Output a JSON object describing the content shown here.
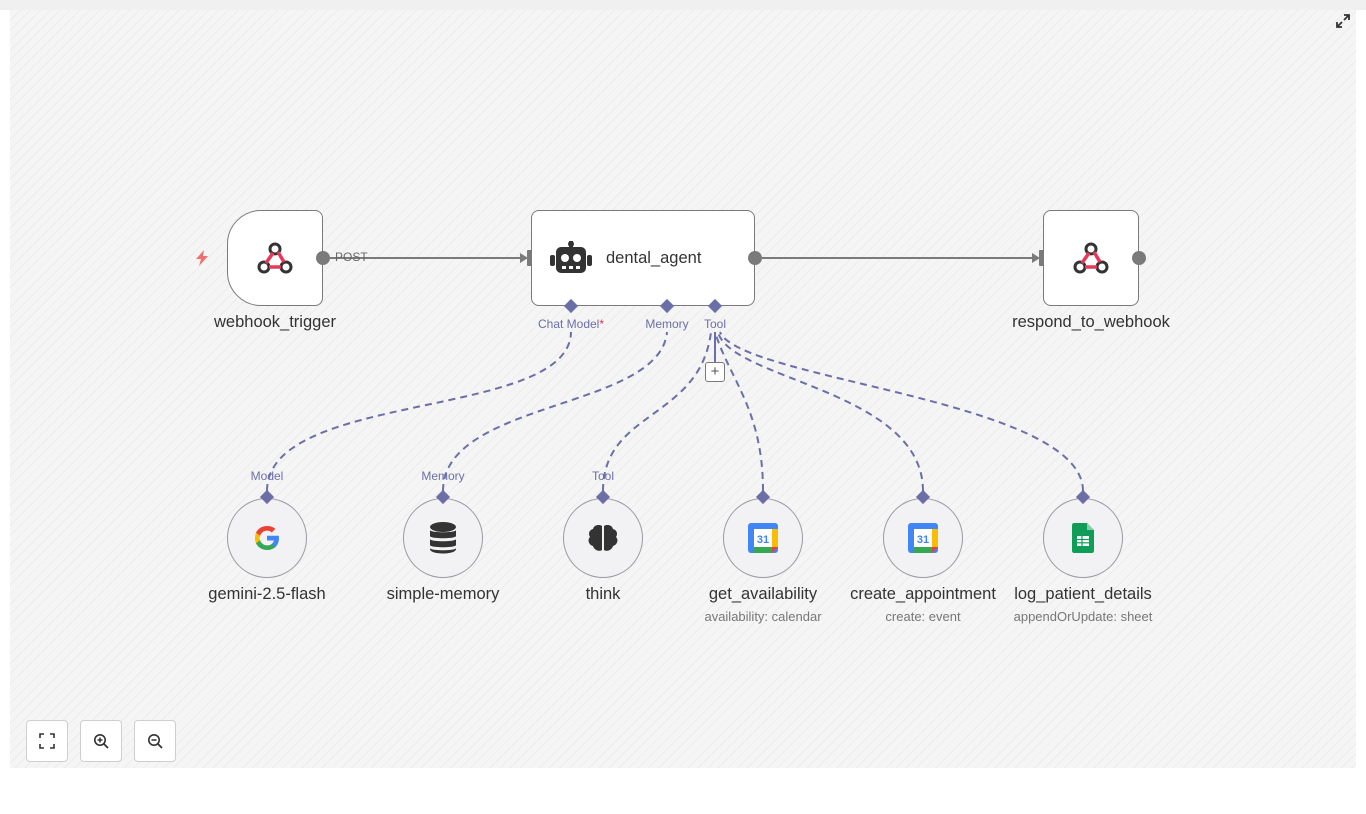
{
  "canvas": {
    "accent": "#6b6fa8",
    "expand_icon": "expand-icon"
  },
  "nodes": {
    "webhook_trigger": {
      "title": "webhook_trigger",
      "icon": "webhook-icon",
      "output_label": "POST",
      "badge_icon": "lightning-bolt-icon"
    },
    "dental_agent": {
      "title": "dental_agent",
      "icon": "robot-icon",
      "ports": {
        "chat_model": "Chat Model",
        "chat_model_required": "*",
        "memory": "Memory",
        "tool": "Tool"
      },
      "add_icon": "plus-icon"
    },
    "respond_to_webhook": {
      "title": "respond_to_webhook",
      "icon": "webhook-icon"
    },
    "gemini": {
      "title": "gemini-2.5-flash",
      "port": "Model",
      "icon": "google-icon"
    },
    "simple_memory": {
      "title": "simple-memory",
      "port": "Memory",
      "icon": "database-icon"
    },
    "think": {
      "title": "think",
      "port": "Tool",
      "icon": "brain-icon"
    },
    "get_availability": {
      "title": "get_availability",
      "subtitle": "availability: calendar",
      "icon": "google-calendar-icon"
    },
    "create_appointment": {
      "title": "create_appointment",
      "subtitle": "create: event",
      "icon": "google-calendar-icon"
    },
    "log_patient_details": {
      "title": "log_patient_details",
      "subtitle": "appendOrUpdate: sheet",
      "icon": "google-sheets-icon"
    }
  },
  "toolbar": {
    "fit_icon": "fit-view-icon",
    "zoom_in_icon": "zoom-in-icon",
    "zoom_out_icon": "zoom-out-icon"
  },
  "colors": {
    "edge_main": "#7a7a7a",
    "edge_sub": "#6b6fa8",
    "webhook_red": "#e8385a",
    "required": "#e0304a",
    "calendar_blue": "#4285f4",
    "sheets_green": "#0f9d58"
  }
}
